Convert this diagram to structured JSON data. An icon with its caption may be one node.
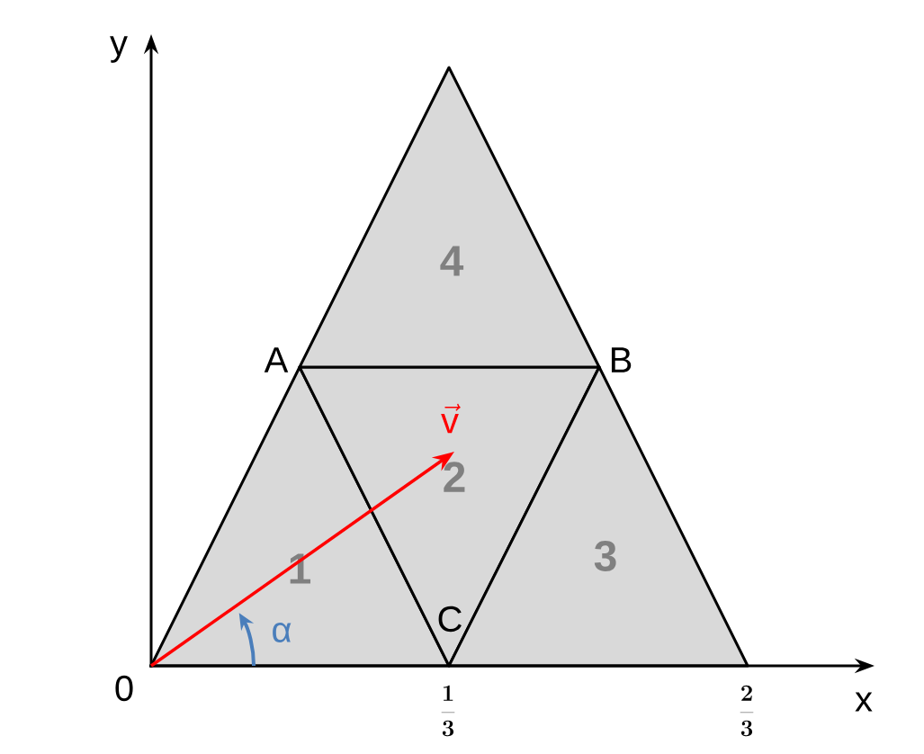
{
  "diagram": {
    "nodes": [
      {
        "text": [
          "1"
        ]
      },
      {
        "text": [
          "2"
        ]
      },
      {
        "text": [
          "3"
        ]
      },
      {
        "text": [
          "4"
        ]
      }
    ],
    "edges": [
      {
        "from": 0,
        "to": 1,
        "arrow": "to",
        "color": "#ff0000"
      }
    ],
    "labels": [
      "y",
      "x",
      "0",
      "\\frac{1}{3}",
      "\\frac{2}{3}",
      "A",
      "B",
      "C",
      "\\vec{\\mathsf{v}}",
      "α"
    ]
  }
}
